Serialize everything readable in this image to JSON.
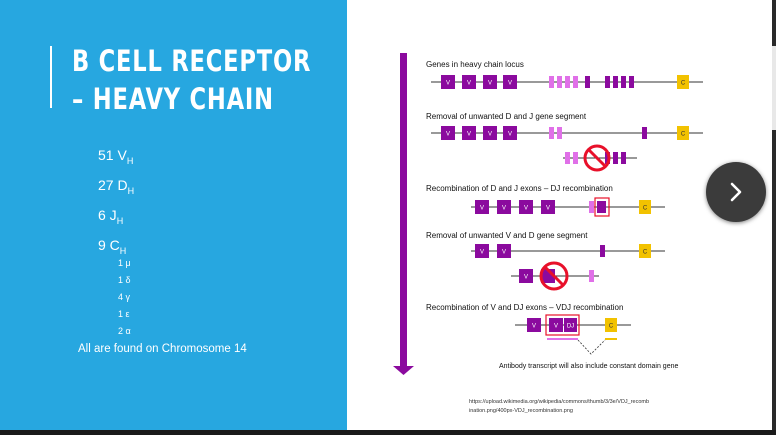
{
  "slide": {
    "title_line1": "B CELL RECEPTOR",
    "title_line2": "– HEAVY CHAIN",
    "genes": [
      {
        "count": "51 V",
        "sub": "H"
      },
      {
        "count": "27 D",
        "sub": "H"
      },
      {
        "count": "6 J",
        "sub": "H"
      },
      {
        "count": "9 C",
        "sub": "H"
      }
    ],
    "constant_classes": [
      "1 μ",
      "1 δ",
      "4 γ",
      "1 ε",
      "2 α"
    ],
    "footnote": "All are found on Chromosome 14"
  },
  "diagram": {
    "captions": [
      "Genes in heavy chain locus",
      "Removal of unwanted D and J gene segment",
      "Recombination of D and J exons – DJ recombination",
      "Removal of unwanted V and D gene segment",
      "Recombination of V and DJ exons – VDJ recombination"
    ],
    "segment_labels": {
      "v": "V",
      "c": "C",
      "dj": "DJ"
    },
    "transcript_note": "Antibody transcript will also include constant domain gene",
    "source_url_line1": "https://upload.wikimedia.org/wikipedia/commons/thumb/3/3e/VDJ_recomb",
    "source_url_line2": "ination.png/400px-VDJ_recombination.png"
  },
  "colors": {
    "panel": "#27a7e0",
    "v_segment": "#8b0a9e",
    "d_segment": "#e070e8",
    "c_segment": "#f2c200",
    "no_sign": "#e8102a"
  },
  "icons": {
    "next": "chevron-right-icon"
  }
}
